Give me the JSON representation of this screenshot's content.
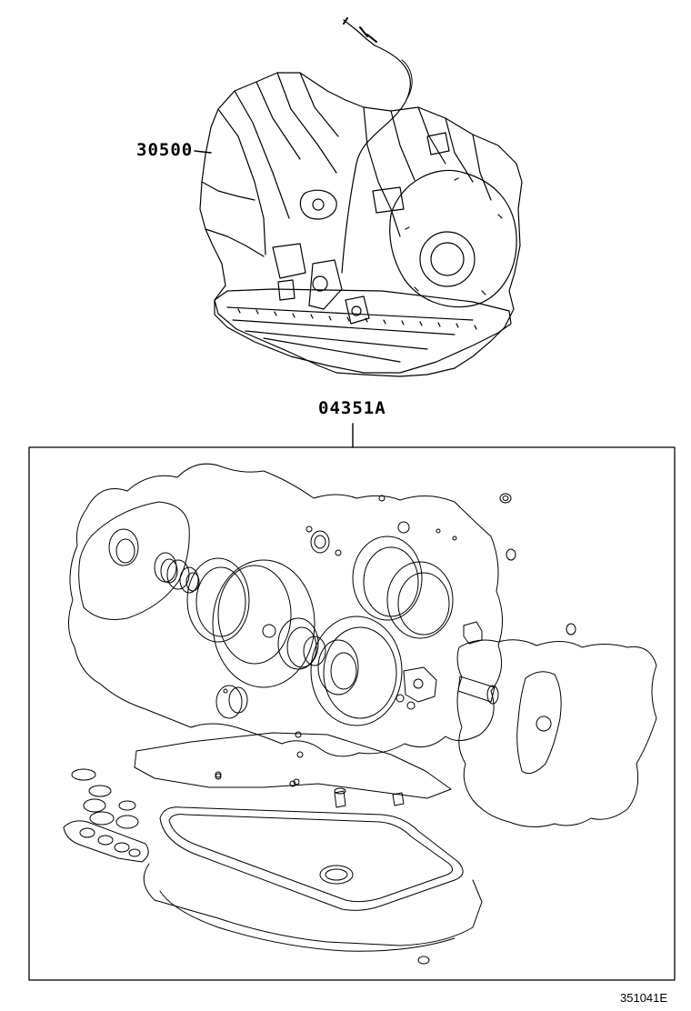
{
  "labels": {
    "assembly": "30500",
    "kit": "04351A"
  },
  "figure_code": "351041E",
  "colors": {
    "line": "#000000",
    "background": "#ffffff"
  }
}
